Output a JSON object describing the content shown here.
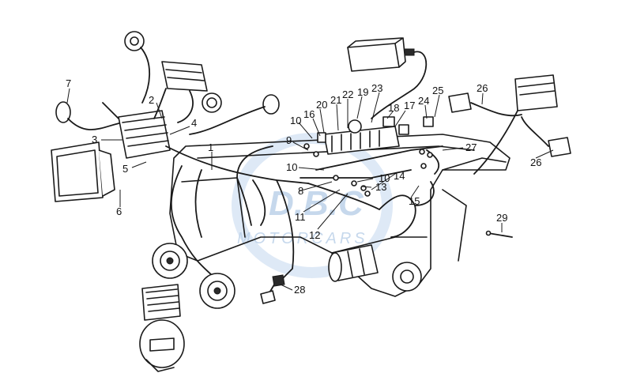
{
  "watermark": {
    "text": "MOTORCARS",
    "accent_color": "#b9cfe8"
  },
  "callouts": [
    {
      "id": "c1",
      "label": "1"
    },
    {
      "id": "c2",
      "label": "2"
    },
    {
      "id": "c3",
      "label": "3"
    },
    {
      "id": "c4",
      "label": "4"
    },
    {
      "id": "c5",
      "label": "5"
    },
    {
      "id": "c6",
      "label": "6"
    },
    {
      "id": "c7",
      "label": "7"
    },
    {
      "id": "c8",
      "label": "8"
    },
    {
      "id": "c9",
      "label": "9"
    },
    {
      "id": "c10a",
      "label": "10"
    },
    {
      "id": "c10b",
      "label": "10"
    },
    {
      "id": "c10c",
      "label": "10"
    },
    {
      "id": "c11",
      "label": "11"
    },
    {
      "id": "c12",
      "label": "12"
    },
    {
      "id": "c13",
      "label": "13"
    },
    {
      "id": "c14",
      "label": "14"
    },
    {
      "id": "c15",
      "label": "15"
    },
    {
      "id": "c16",
      "label": "16"
    },
    {
      "id": "c17",
      "label": "17"
    },
    {
      "id": "c18",
      "label": "18"
    },
    {
      "id": "c19",
      "label": "19"
    },
    {
      "id": "c20",
      "label": "20"
    },
    {
      "id": "c21",
      "label": "21"
    },
    {
      "id": "c22",
      "label": "22"
    },
    {
      "id": "c23",
      "label": "23"
    },
    {
      "id": "c24",
      "label": "24"
    },
    {
      "id": "c25",
      "label": "25"
    },
    {
      "id": "c26a",
      "label": "26"
    },
    {
      "id": "c26b",
      "label": "26"
    },
    {
      "id": "c27",
      "label": "27"
    },
    {
      "id": "c28",
      "label": "28"
    },
    {
      "id": "c29",
      "label": "29"
    }
  ]
}
